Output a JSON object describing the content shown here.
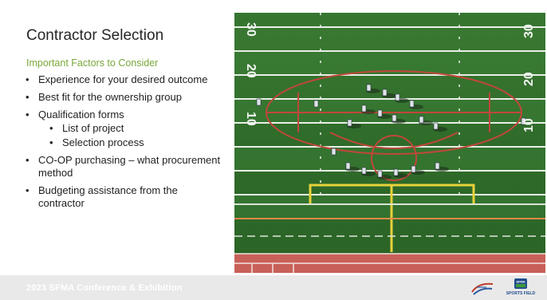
{
  "slide": {
    "title": "Contractor Selection",
    "subtitle": "Important Factors to Consider",
    "bullets": [
      "Experience for your desired outcome",
      "Best fit for the ownership group",
      "Qualification forms",
      "CO-OP purchasing – what procurement method",
      "Budgeting assistance from the contractor"
    ],
    "sub_bullets": [
      "List of project",
      "Selection process"
    ]
  },
  "photo": {
    "yard_labels": [
      "30",
      "20",
      "10",
      "30",
      "20",
      "10"
    ]
  },
  "footer": {
    "text": "2023 SFMA Conference & Exhibition",
    "logo_sfma": "SFMA",
    "logo_sports_field": "SPORTS FIELD"
  },
  "colors": {
    "accent": "#7aa83a",
    "turf": "#2f6b2a",
    "track": "#c86058"
  }
}
